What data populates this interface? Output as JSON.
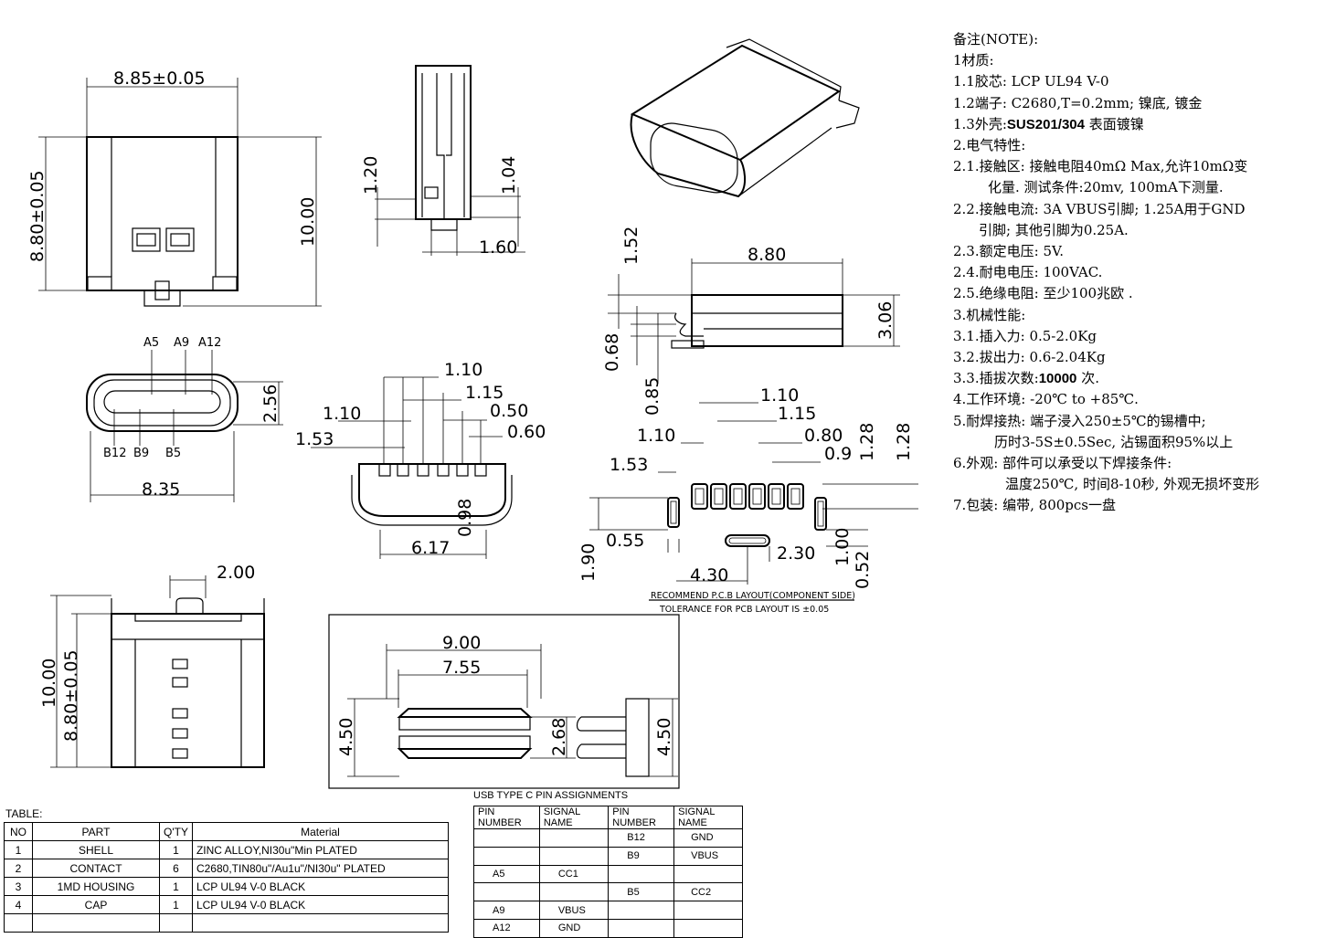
{
  "dimensions": {
    "top_view": {
      "width": "8.85±0.05",
      "height": "8.80±0.05",
      "overall": "10.00"
    },
    "side_view": {
      "a": "1.20",
      "b": "1.04",
      "c": "1.60"
    },
    "front_view": {
      "height": "2.56",
      "width": "8.35",
      "pins": [
        "A5",
        "A9",
        "A12",
        "B12",
        "B9",
        "B5"
      ]
    },
    "pin_pitch_view": {
      "d1": "1.10",
      "d2": "1.15",
      "d3": "1.10",
      "d4": "0.50",
      "d5": "1.53",
      "d6": "0.60",
      "d7": "0.98",
      "d8": "6.17"
    },
    "profile_view": {
      "length": "8.80",
      "height": "3.06",
      "top": "1.52",
      "a": "0.68",
      "b": "0.85"
    },
    "pcb_layout": {
      "d1": "1.10",
      "d2": "1.15",
      "d3": "1.10",
      "d4": "0.80",
      "d5": "0.9",
      "d6": "1.28",
      "d7": "1.28",
      "d8": "1.53",
      "d9": "1.90",
      "d10": "0.55",
      "d11": "2.30",
      "d12": "4.30",
      "d13": "1.00",
      "d14": "0.52",
      "title": "RECOMMEND P.C.B LAYOUT(COMPONENT SIDE)",
      "tolerance": "TOLERANCE FOR PCB LAYOUT IS ±0.05"
    },
    "bottom_view": {
      "tab": "2.00",
      "overall": "10.00",
      "body": "8.80±0.05"
    },
    "panel_cutout": {
      "outer": "9.00",
      "inner": "7.55",
      "height": "4.50",
      "opening": "2.68",
      "side": "4.50"
    }
  },
  "notes": [
    "备注(NOTE):",
    "1材质:",
    "1.1胶芯: LCP UL94 V-0",
    "1.2端子: C2680,T=0.2mm; 镍底, 镀金",
    "1.3外壳:",
    "2.电气特性:",
    "2.1.接触区: 接触电阻40mΩ Max,允许10mΩ变",
    "化量. 测试条件:20mv, 100mA下测量.",
    "2.2.接触电流: 3A VBUS引脚; 1.25A用于GND",
    "引脚; 其他引脚为0.25A.",
    "2.3.额定电压: 5V.",
    "2.4.耐电电压: 100VAC.",
    "2.5.绝缘电阻: 至少100兆欧 .",
    "3.机械性能:",
    "3.1.插入力: 0.5-2.0Kg",
    "3.2.拔出力: 0.6-2.04Kg",
    "3.3.插拔次数:",
    "4.工作环境: -20℃ to +85℃.",
    "5.耐焊接热: 端子浸入250±5℃的锡槽中;",
    "历时3-5S±0.5Sec, 沾锡面积95%以上",
    "6.外观: 部件可以承受以下焊接条件:",
    "温度250℃, 时间8-10秒, 外观无损坏变形",
    "7.包装: 编带, 800pcs一盘"
  ],
  "notes_inline": {
    "shell_material": "SUS201/304",
    "shell_suffix": "表面镀镍",
    "cycles": "10000",
    "cycles_suffix": "次."
  },
  "parts_table": {
    "caption": "TABLE:",
    "headers": [
      "NO",
      "PART",
      "Q'TY",
      "Material"
    ],
    "rows": [
      [
        "1",
        "SHELL",
        "1",
        "ZINC ALLOY,NI30u\"Min PLATED"
      ],
      [
        "2",
        "CONTACT",
        "6",
        "C2680,TIN80u\"/Au1u\"/NI30u\" PLATED"
      ],
      [
        "3",
        "1MD HOUSING",
        "1",
        "LCP UL94 V-0 BLACK"
      ],
      [
        "4",
        "CAP",
        "1",
        "LCP UL94 V-0 BLACK"
      ],
      [
        "",
        "",
        "",
        ""
      ]
    ]
  },
  "pin_table": {
    "caption": "USB TYPE C PIN ASSIGNMENTS",
    "headers": [
      "PIN NUMBER",
      "SIGNAL NAME",
      "PIN NUMBER",
      "SIGNAL NAME"
    ],
    "rows": [
      [
        "",
        "",
        "B12",
        "GND"
      ],
      [
        "",
        "",
        "B9",
        "VBUS"
      ],
      [
        "A5",
        "CC1",
        "",
        ""
      ],
      [
        "",
        "",
        "B5",
        "CC2"
      ],
      [
        "A9",
        "VBUS",
        "",
        ""
      ],
      [
        "A12",
        "GND",
        "",
        ""
      ]
    ]
  }
}
